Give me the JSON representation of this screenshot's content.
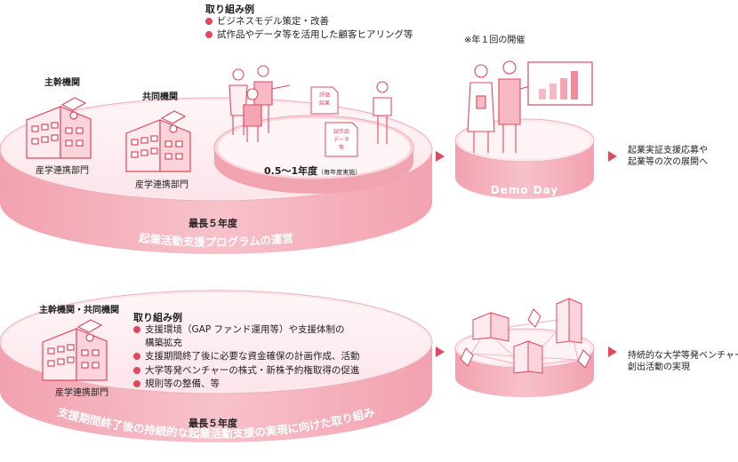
{
  "top_example": {
    "heading": "取り組み例",
    "items": [
      "ビジネスモデル策定・改善",
      "試作品やデータ等を活用した顧客ヒアリング等"
    ],
    "note": "※年１回の開催"
  },
  "upper_platform": {
    "lead_org": "主幹機関",
    "joint_org": "共同機関",
    "lead_dept": "産学連携部門",
    "joint_dept": "産学連携部門",
    "doc_eval": [
      "評価",
      "結果"
    ],
    "doc_proto": [
      "試作品",
      "データ",
      "等"
    ],
    "period": "0.5〜1年度",
    "period_note": "（毎年度実施）",
    "max_years": "最長５年度",
    "band": "起業活動支援プログラムの運営"
  },
  "demo_day": {
    "label": "Demo Day",
    "result": [
      "起業実証支援応募や",
      "起業等の次の展開へ"
    ]
  },
  "lower_platform": {
    "orgs": "主幹機関・共同機関",
    "dept": "産学連携部門",
    "heading": "取り組み例",
    "items": [
      {
        "text": "支援環境（GAP ファンド運用等）や支援体制の",
        "bullet": true
      },
      {
        "text": "構築拡充",
        "bullet": false
      },
      {
        "text": "支援期間終了後に必要な資金確保の計画作成、活動",
        "bullet": true
      },
      {
        "text": "大学等発ベンチャーの株式・新株予約権取得の促進",
        "bullet": true
      },
      {
        "text": "規則等の整備、等",
        "bullet": true
      }
    ],
    "max_years": "最長５年度",
    "band": "支援期間終了後の持続的な起業活動支援の実現に向けた取り組み"
  },
  "ecosystem": {
    "result": [
      "持続的な大学等発ベンチャー",
      "創出活動の実現"
    ]
  },
  "colors": {
    "accent": "#e0485f",
    "band": "#ef8a9b",
    "fill_light": "#fde6ea",
    "fill_mid": "#f7b9c4",
    "line": "#e9a3b0"
  }
}
